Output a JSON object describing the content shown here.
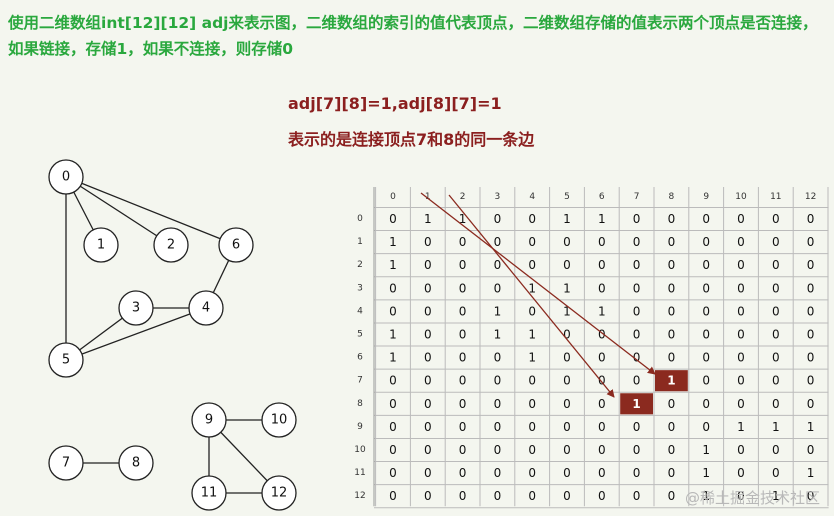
{
  "header": {
    "description": "使用二维数组int[12][12] adj来表示图，二维数组的索引的值代表顶点，二维数组存储的值表示两个顶点是否连接，如果链接，存储1，如果不连接，则存储0"
  },
  "annotation": {
    "line1": "adj[7][8]=1,adj[8][7]=1",
    "line2": "表示的是连接顶点7和8的同一条边"
  },
  "graph": {
    "nodes": [
      "0",
      "1",
      "2",
      "3",
      "4",
      "5",
      "6",
      "7",
      "8",
      "9",
      "10",
      "11",
      "12"
    ],
    "edges": [
      [
        "0",
        "1"
      ],
      [
        "0",
        "2"
      ],
      [
        "0",
        "5"
      ],
      [
        "0",
        "6"
      ],
      [
        "3",
        "4"
      ],
      [
        "3",
        "5"
      ],
      [
        "4",
        "5"
      ],
      [
        "4",
        "6"
      ],
      [
        "7",
        "8"
      ],
      [
        "9",
        "10"
      ],
      [
        "9",
        "11"
      ],
      [
        "9",
        "12"
      ],
      [
        "11",
        "12"
      ]
    ],
    "highlight_edge": [
      "7",
      "8"
    ],
    "highlight_color": "#8b2a1f"
  },
  "matrix": {
    "headers": [
      "0",
      "1",
      "2",
      "3",
      "4",
      "5",
      "6",
      "7",
      "8",
      "9",
      "10",
      "11",
      "12"
    ],
    "rows": [
      [
        "0",
        "1",
        "1",
        "0",
        "0",
        "1",
        "1",
        "0",
        "0",
        "0",
        "0",
        "0",
        "0"
      ],
      [
        "1",
        "0",
        "0",
        "0",
        "0",
        "0",
        "0",
        "0",
        "0",
        "0",
        "0",
        "0",
        "0"
      ],
      [
        "1",
        "0",
        "0",
        "0",
        "0",
        "0",
        "0",
        "0",
        "0",
        "0",
        "0",
        "0",
        "0"
      ],
      [
        "0",
        "0",
        "0",
        "0",
        "1",
        "1",
        "0",
        "0",
        "0",
        "0",
        "0",
        "0",
        "0"
      ],
      [
        "0",
        "0",
        "0",
        "1",
        "0",
        "1",
        "1",
        "0",
        "0",
        "0",
        "0",
        "0",
        "0"
      ],
      [
        "1",
        "0",
        "0",
        "1",
        "1",
        "0",
        "0",
        "0",
        "0",
        "0",
        "0",
        "0",
        "0"
      ],
      [
        "1",
        "0",
        "0",
        "0",
        "1",
        "0",
        "0",
        "0",
        "0",
        "0",
        "0",
        "0",
        "0"
      ],
      [
        "0",
        "0",
        "0",
        "0",
        "0",
        "0",
        "0",
        "0",
        "1",
        "0",
        "0",
        "0",
        "0"
      ],
      [
        "0",
        "0",
        "0",
        "0",
        "0",
        "0",
        "0",
        "1",
        "0",
        "0",
        "0",
        "0",
        "0"
      ],
      [
        "0",
        "0",
        "0",
        "0",
        "0",
        "0",
        "0",
        "0",
        "0",
        "0",
        "1",
        "1",
        "1"
      ],
      [
        "0",
        "0",
        "0",
        "0",
        "0",
        "0",
        "0",
        "0",
        "0",
        "1",
        "0",
        "0",
        "0"
      ],
      [
        "0",
        "0",
        "0",
        "0",
        "0",
        "0",
        "0",
        "0",
        "0",
        "1",
        "0",
        "0",
        "1"
      ],
      [
        "0",
        "0",
        "0",
        "0",
        "0",
        "0",
        "0",
        "0",
        "0",
        "1",
        "0",
        "1",
        "0"
      ]
    ],
    "highlight_cells": [
      [
        7,
        8
      ],
      [
        8,
        7
      ]
    ],
    "highlight_color": "#8b2a1f",
    "arrow_color": "#8b2a1f"
  },
  "watermark": "@稀土掘金技术社区"
}
